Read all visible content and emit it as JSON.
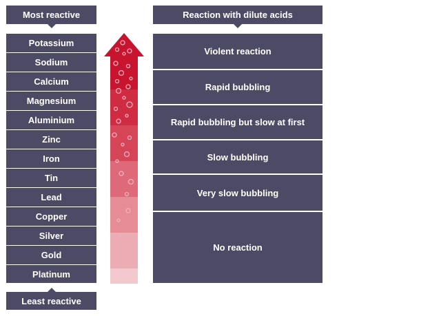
{
  "header_left": "Most reactive",
  "header_right": "Reaction with dilute acids",
  "footer_left": "Least reactive",
  "metals": [
    "Potassium",
    "Sodium",
    "Calcium",
    "Magnesium",
    "Aluminium",
    "Zinc",
    "Iron",
    "Tin",
    "Lead",
    "Copper",
    "Silver",
    "Gold",
    "Platinum"
  ],
  "reactions": [
    "Violent reaction",
    "Rapid bubbling",
    "Rapid bubbling but slow at first",
    "Slow bubbling",
    "Very slow bubbling",
    "No reaction"
  ],
  "colors": {
    "box": "#4d4a65",
    "arrow_gradient": [
      "#c8142e",
      "#cf2b43",
      "#d64458",
      "#de6a79",
      "#e58c97",
      "#ecacb4",
      "#f2c8cd"
    ]
  }
}
